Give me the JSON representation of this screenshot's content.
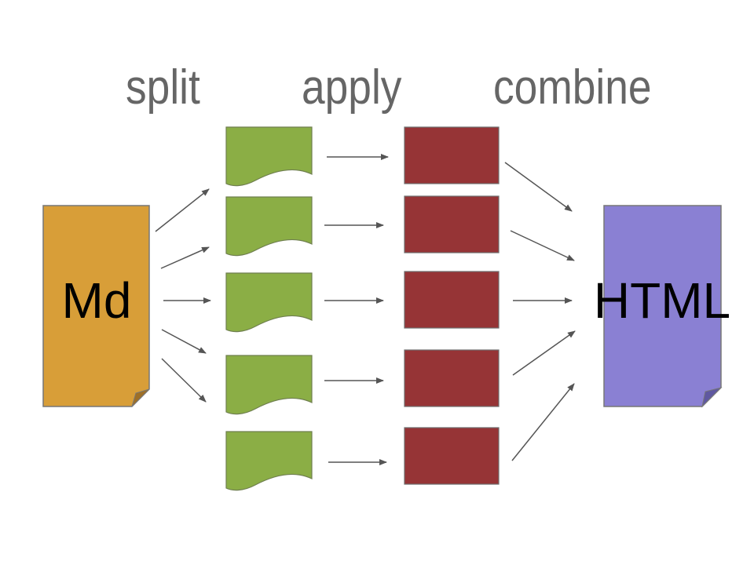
{
  "labels": {
    "split": "split",
    "apply": "apply",
    "combine": "combine"
  },
  "input_doc": {
    "label": "Md",
    "color": "#D89E38",
    "fold_color": "#9E6F26"
  },
  "output_doc": {
    "label": "HTML",
    "color": "#8A80D3",
    "fold_color": "#5F58A0"
  },
  "chunk_color": "#8BAE45",
  "result_color": "#963436",
  "arrow_color": "#555555",
  "chunk_count": 5
}
